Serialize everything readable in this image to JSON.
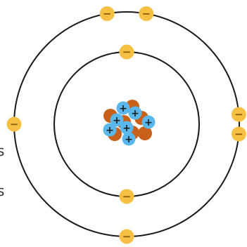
{
  "diagram": {
    "type": "bohr-atom-model",
    "orbit_color": "#1a1a1a",
    "electron_color": "#f5c044",
    "electron_sign_color": "#8a5a00",
    "proton_color": "#5ab8ec",
    "neutron_color": "#c8601a",
    "electron_sign": "−",
    "proton_sign": "+",
    "shells": [
      {
        "shell": 1,
        "electrons": 2
      },
      {
        "shell": 2,
        "electrons": 6
      }
    ],
    "nucleus": {
      "protons": 7,
      "neutrons": 7
    },
    "side_labels": [
      "s",
      "s"
    ]
  }
}
